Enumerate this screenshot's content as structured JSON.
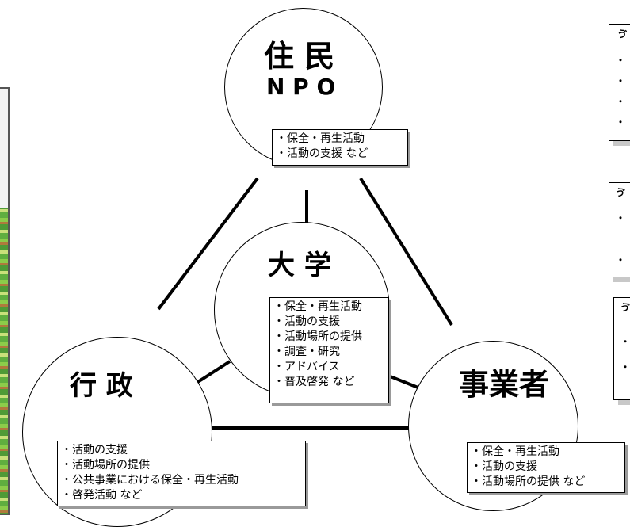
{
  "nodes": {
    "residents": {
      "title_line1": "住 民",
      "title_line2": "N P O",
      "items": [
        "・保全・再生活動",
        "・活動の支援 など"
      ]
    },
    "university": {
      "title": "大 学",
      "items": [
        "・保全・再生活動",
        "・活動の支援",
        "・活動場所の提供",
        "・調査・研究",
        "・アドバイス",
        "・普及啓発 など"
      ]
    },
    "government": {
      "title": "行 政",
      "items": [
        "・活動の支援",
        "・活動場所の提供",
        "・公共事業における保全・再生活動",
        "・啓発活動 など"
      ]
    },
    "business": {
      "title": "事業者",
      "items": [
        "・保全・再生活動",
        "・活動の支援",
        "・活動場所の提供 など"
      ]
    }
  },
  "side_panels": {
    "panel1": {
      "marks": [
        " ゔ",
        "・",
        "・",
        "・",
        "・"
      ]
    },
    "panel2": {
      "marks": [
        "ゔ",
        "・",
        "・"
      ]
    },
    "panel3": {
      "marks": [
        "ゔ",
        "・",
        "・"
      ]
    }
  }
}
